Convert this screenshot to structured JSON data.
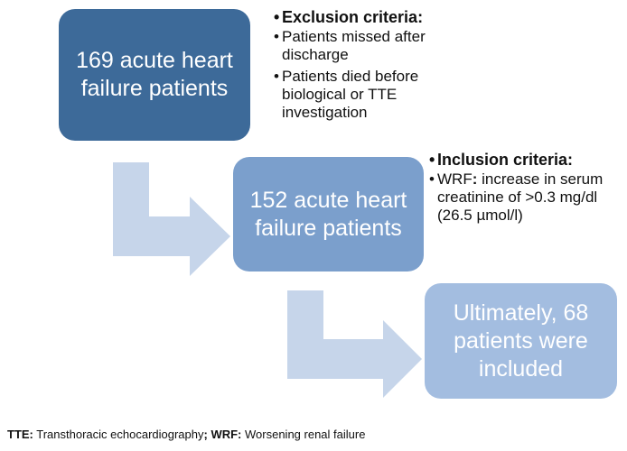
{
  "boxes": {
    "step1": "169 acute heart failure patients",
    "step2": "152 acute heart failure patients",
    "step3": "Ultimately, 68 patients were included"
  },
  "exclusion": {
    "bullet": "•",
    "heading": "Exclusion criteria:",
    "items": [
      "Patients missed after discharge",
      "Patients died before biological or TTE investigation"
    ]
  },
  "inclusion": {
    "bullet": "•",
    "heading": "Inclusion criteria:",
    "item_term": "WRF",
    "item_colon": ":",
    "item_text": " increase in serum creatinine of >0.3 mg/dl (26.5 µmol/l)"
  },
  "footnote": {
    "abbr1": "TTE:",
    "def1": " Transthoracic echocardiography",
    "separator": ";",
    "abbr2": " WRF:",
    "def2": " Worsening renal failure"
  },
  "colors": {
    "box1": "#3d6a99",
    "box2": "#7b9fcc",
    "box3": "#a3bde0",
    "arrow": "#c6d5ea"
  }
}
